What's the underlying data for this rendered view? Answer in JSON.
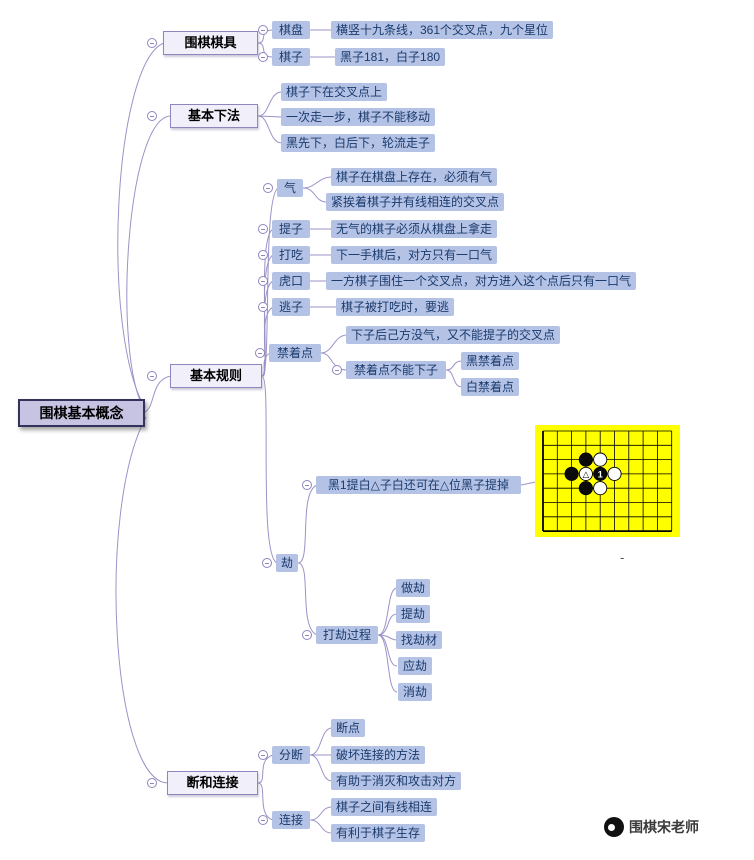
{
  "root_label": "围棋基本概念",
  "branch_equipment": {
    "label": "围棋棋具",
    "board_label": "棋盘",
    "board_detail": "横竖十九条线，361个交叉点，九个星位",
    "stones_label": "棋子",
    "stones_detail": "黑子181，白子180"
  },
  "branch_play": {
    "label": "基本下法",
    "items": [
      "棋子下在交叉点上",
      "一次走一步，棋子不能移动",
      "黑先下，白后下，轮流走子"
    ]
  },
  "branch_rules": {
    "label": "基本规则",
    "qi": {
      "label": "气",
      "details": [
        "棋子在棋盘上存在，必须有气",
        "紧挨着棋子并有线相连的交叉点"
      ]
    },
    "tizi": {
      "label": "提子",
      "detail": "无气的棋子必须从棋盘上拿走"
    },
    "dachi": {
      "label": "打吃",
      "detail": "下一手棋后，对方只有一口气"
    },
    "hukou": {
      "label": "虎口",
      "detail": "一方棋子围住一个交叉点，对方进入这个点后只有一口气"
    },
    "taozi": {
      "label": "逃子",
      "detail": "棋子被打吃时，要逃"
    },
    "jinzhuodian": {
      "label": "禁着点",
      "definition": "下子后己方没气，又不能提子的交叉点",
      "rule": "禁着点不能下子",
      "black": "黑禁着点",
      "white": "白禁着点"
    },
    "jie": {
      "label": "劫",
      "capture_note": "黑1提白△子白还可在△位黑子提掉",
      "process_label": "打劫过程",
      "process_steps": [
        "做劫",
        "提劫",
        "找劫材",
        "应劫",
        "消劫"
      ]
    }
  },
  "branch_cut_connect": {
    "label": "断和连接",
    "fenduan": {
      "label": "分断",
      "details": [
        "断点",
        "破坏连接的方法",
        "有助于消灭和攻击对方"
      ]
    },
    "lianjie": {
      "label": "连接",
      "details": [
        "棋子之间有线相连",
        "有利于棋子生存"
      ]
    }
  },
  "board_diagram": {
    "background": "#ffff00",
    "cols": 10,
    "rows": 8,
    "stones": [
      {
        "col": 3,
        "row": 2,
        "color": "black"
      },
      {
        "col": 4,
        "row": 2,
        "color": "white"
      },
      {
        "col": 2,
        "row": 3,
        "color": "black"
      },
      {
        "col": 3,
        "row": 3,
        "color": "white",
        "mark": "△"
      },
      {
        "col": 4,
        "row": 3,
        "color": "black",
        "label": "1"
      },
      {
        "col": 5,
        "row": 3,
        "color": "white"
      },
      {
        "col": 3,
        "row": 4,
        "color": "black"
      },
      {
        "col": 4,
        "row": 4,
        "color": "white"
      }
    ]
  },
  "misc_dash": "-",
  "watermark_label": "围棋宋老师",
  "colors": {
    "line": "#9c92c8",
    "leaf_bg": "#b4c2e5",
    "leaf_text": "#1a3b6d",
    "board_bg": "#ffff00"
  }
}
